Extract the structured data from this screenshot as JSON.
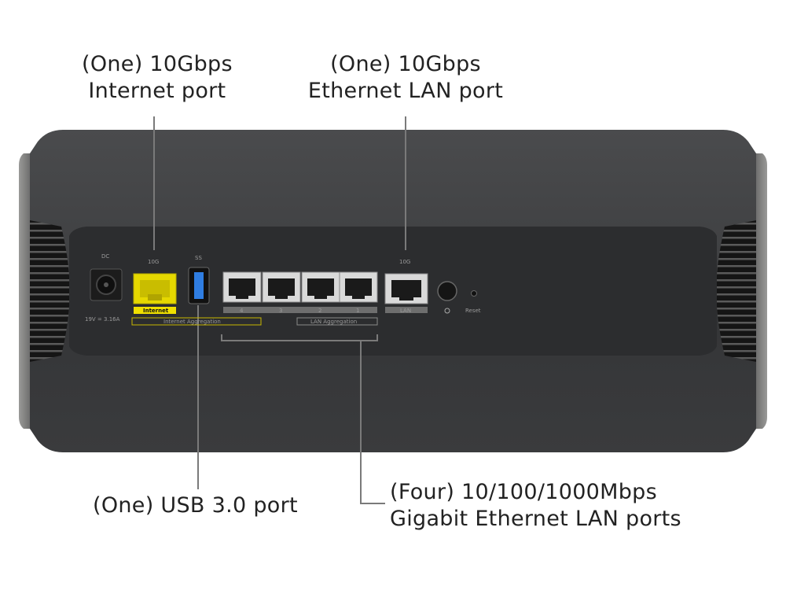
{
  "callouts": {
    "internet_port": {
      "line1": "(One) 10Gbps",
      "line2": "Internet port"
    },
    "ethernet_lan_port": {
      "line1": "(One) 10Gbps",
      "line2": "Ethernet LAN port"
    },
    "usb_port": {
      "line1": "(One) USB 3.0 port"
    },
    "gigabit_lan_ports": {
      "line1": "(Four) 10/100/1000Mbps",
      "line2": "Gigabit Ethernet LAN ports"
    }
  },
  "panel_labels": {
    "dc": "DC",
    "power_spec": "19V = 3.16A",
    "internet_tag": "Internet",
    "internet_speed": "10G",
    "internet_aggregation": "Internet Aggregation",
    "usb_tag": "SS",
    "lan_numbers": [
      "4",
      "3",
      "2",
      "1"
    ],
    "lan_aggregation": "LAN Aggregation",
    "lan_tag": "LAN",
    "lan_speed": "10G",
    "reset": "Reset"
  },
  "colors": {
    "router_body": "#3b3c3e",
    "router_top": "#47484a",
    "internet_port": "#f0e000",
    "usb_port": "#2f7de1",
    "callout_line": "#7a7a7a"
  }
}
